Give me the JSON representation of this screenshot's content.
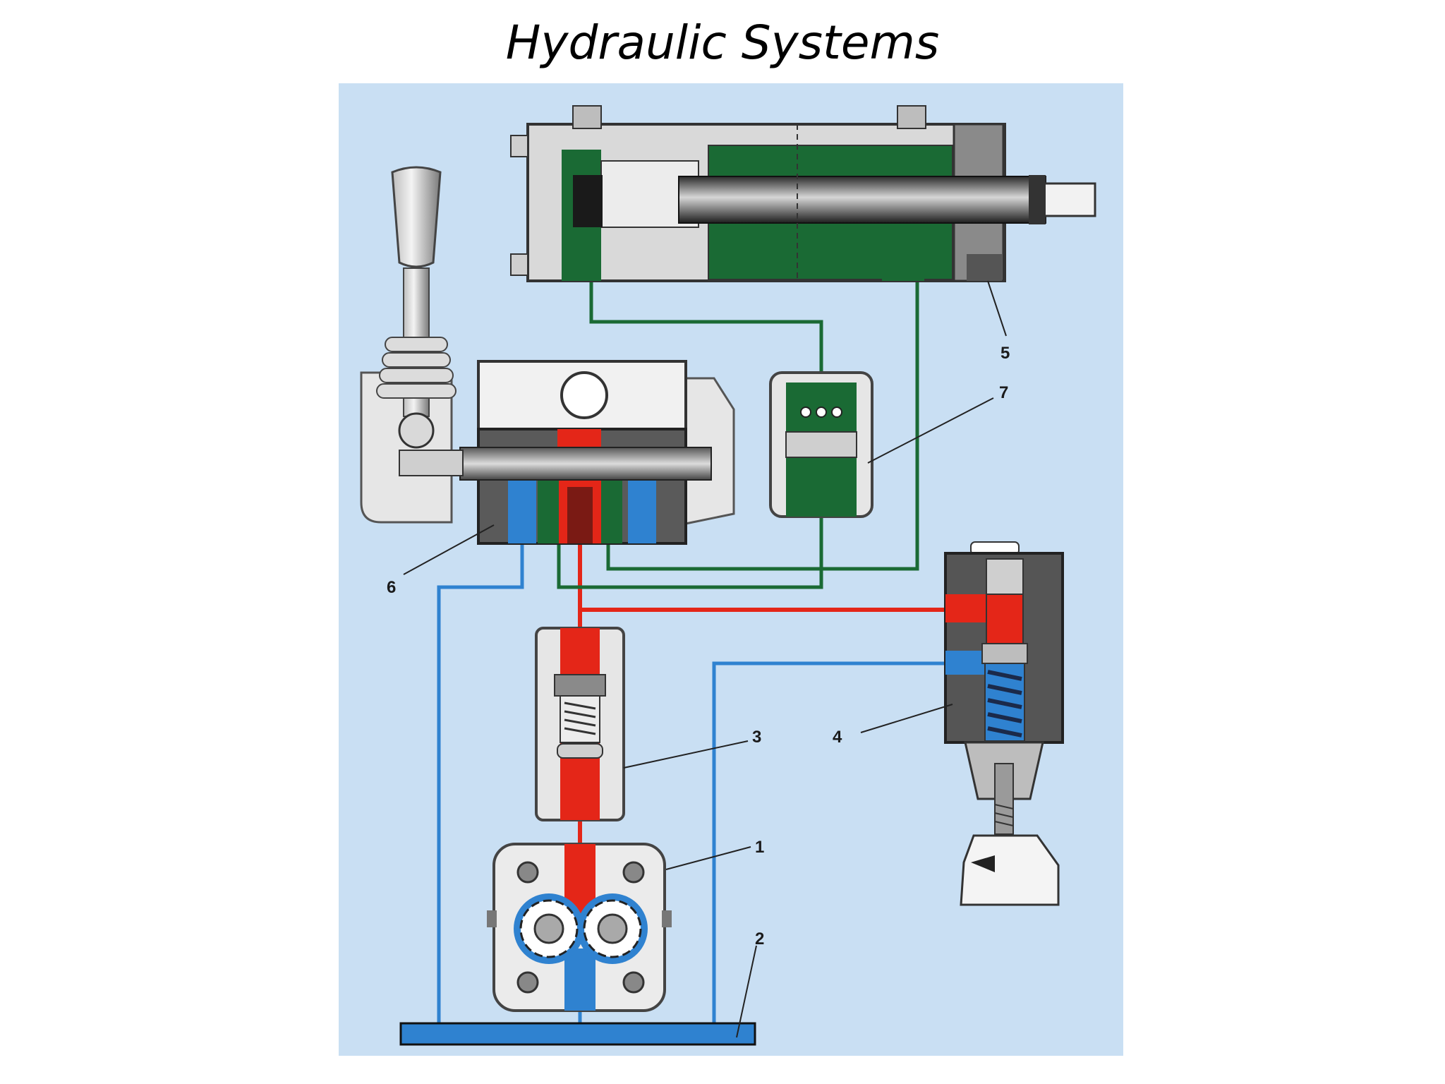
{
  "title": "Hydraulic Systems",
  "colors": {
    "background": "#ffffff",
    "panel": "#c9dff3",
    "pressure_line": "#e42618",
    "return_line": "#2f82d0",
    "actuator_line": "#1a6a34",
    "housing": "#8a8a8a",
    "housing_dark": "#4a4a4a",
    "body_light": "#e8e8e8"
  },
  "labels": {
    "pump": "1",
    "reservoir": "2",
    "check_valve": "3",
    "relief_valve": "4",
    "cylinder": "5",
    "control_valve": "6",
    "lock_valve": "7"
  }
}
